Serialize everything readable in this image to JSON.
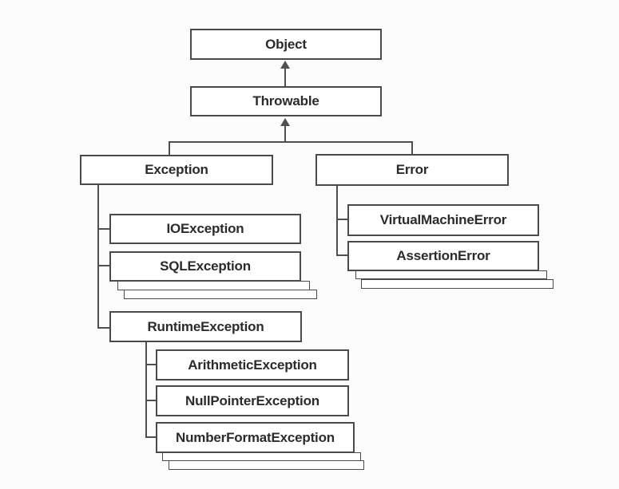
{
  "nodes": {
    "object": "Object",
    "throwable": "Throwable",
    "exception": "Exception",
    "error": "Error",
    "ioexception": "IOException",
    "sqlexception": "SQLException",
    "runtimeexception": "RuntimeException",
    "arithmeticexception": "ArithmeticException",
    "nullpointerexception": "NullPointerException",
    "numberformatexception": "NumberFormatException",
    "virtualmachineerror": "VirtualMachineError",
    "assertionerror": "AssertionError"
  },
  "hierarchy": {
    "object": [
      "throwable"
    ],
    "throwable": [
      "exception",
      "error"
    ],
    "exception": [
      "ioexception",
      "sqlexception",
      "runtimeexception"
    ],
    "runtimeexception": [
      "arithmeticexception",
      "nullpointerexception",
      "numberformatexception"
    ],
    "error": [
      "virtualmachineerror",
      "assertionerror"
    ]
  },
  "colors": {
    "background": "#fcfcfc",
    "box_fill": "#ffffff",
    "box_border": "#4a4a4a",
    "connector": "#4f4f4f",
    "text": "#2b2b2b"
  }
}
